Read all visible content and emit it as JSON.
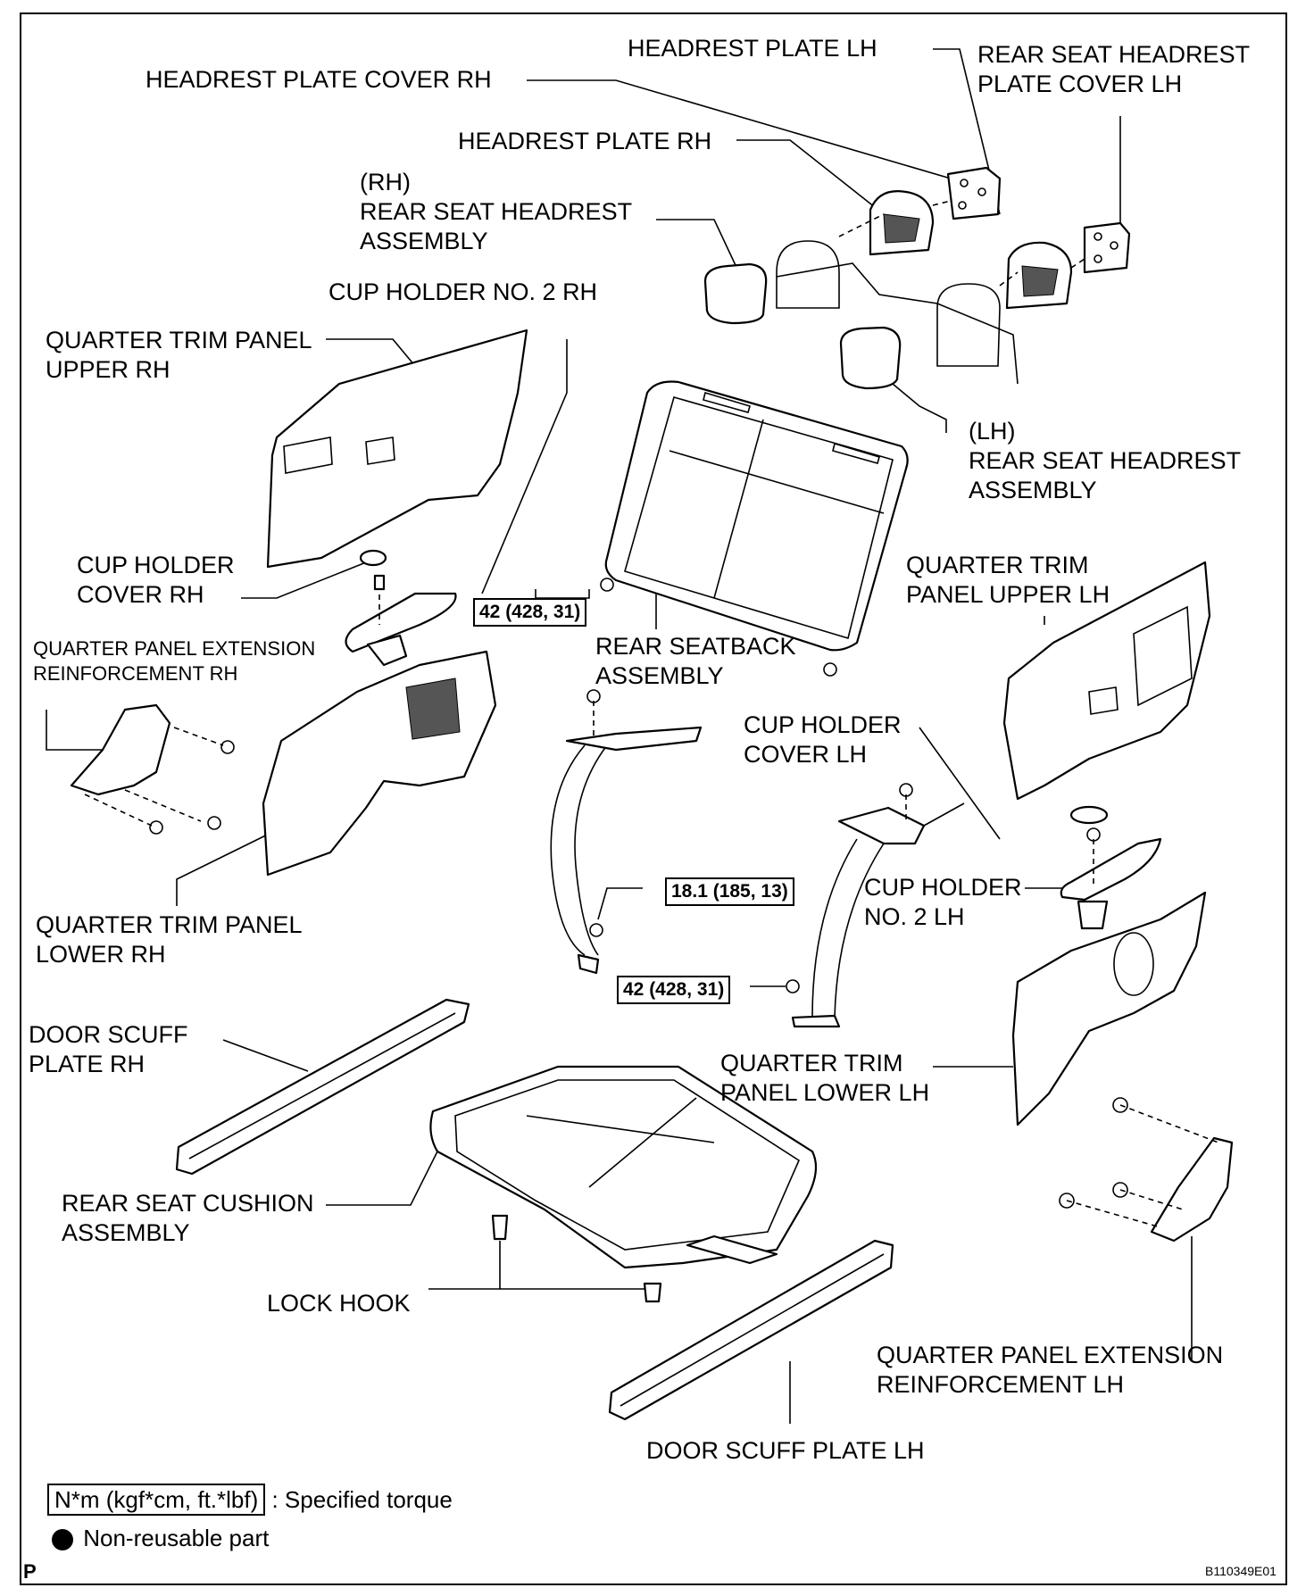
{
  "labels": {
    "headrest_plate_lh": "HEADREST PLATE LH",
    "headrest_plate_cover_rh": "HEADREST PLATE COVER RH",
    "rear_seat_headrest_plate_cover_lh": "REAR SEAT HEADREST\nPLATE COVER LH",
    "headrest_plate_rh": "HEADREST PLATE RH",
    "rear_seat_headrest_assembly_rh": "(RH)\nREAR SEAT HEADREST\nASSEMBLY",
    "cup_holder_no2_rh": "CUP HOLDER NO. 2 RH",
    "quarter_trim_panel_upper_rh": "QUARTER TRIM PANEL\nUPPER RH",
    "rear_seat_headrest_assembly_lh": "(LH)\nREAR SEAT HEADREST\nASSEMBLY",
    "cup_holder_cover_rh": "CUP HOLDER\nCOVER RH",
    "quarter_trim_panel_upper_lh": "QUARTER TRIM\nPANEL UPPER LH",
    "quarter_panel_extension_reinforcement_rh": "QUARTER PANEL EXTENSION\nREINFORCEMENT RH",
    "rear_seatback_assembly": "REAR SEATBACK\nASSEMBLY",
    "cup_holder_cover_lh": "CUP HOLDER\nCOVER LH",
    "cup_holder_no2_lh": "CUP HOLDER\nNO. 2 LH",
    "quarter_trim_panel_lower_rh": "QUARTER TRIM PANEL\nLOWER RH",
    "door_scuff_plate_rh": "DOOR SCUFF\nPLATE RH",
    "quarter_trim_panel_lower_lh": "QUARTER TRIM\nPANEL LOWER LH",
    "rear_seat_cushion_assembly": "REAR SEAT CUSHION\nASSEMBLY",
    "lock_hook": "LOCK HOOK",
    "quarter_panel_extension_reinforcement_lh": "QUARTER PANEL EXTENSION\nREINFORCEMENT LH",
    "door_scuff_plate_lh": "DOOR SCUFF PLATE LH"
  },
  "torques": {
    "seatback_bolt": "42 (428, 31)",
    "belt_mid_bolt": "18.1 (185, 13)",
    "belt_lower_bolt": "42 (428, 31)"
  },
  "legend": {
    "torque_units": "N*m (kgf*cm, ft.*lbf)",
    "torque_desc": ": Specified torque",
    "nonreusable": "Non-reusable part"
  },
  "corner_letter": "P",
  "figure_code": "B110349E01"
}
